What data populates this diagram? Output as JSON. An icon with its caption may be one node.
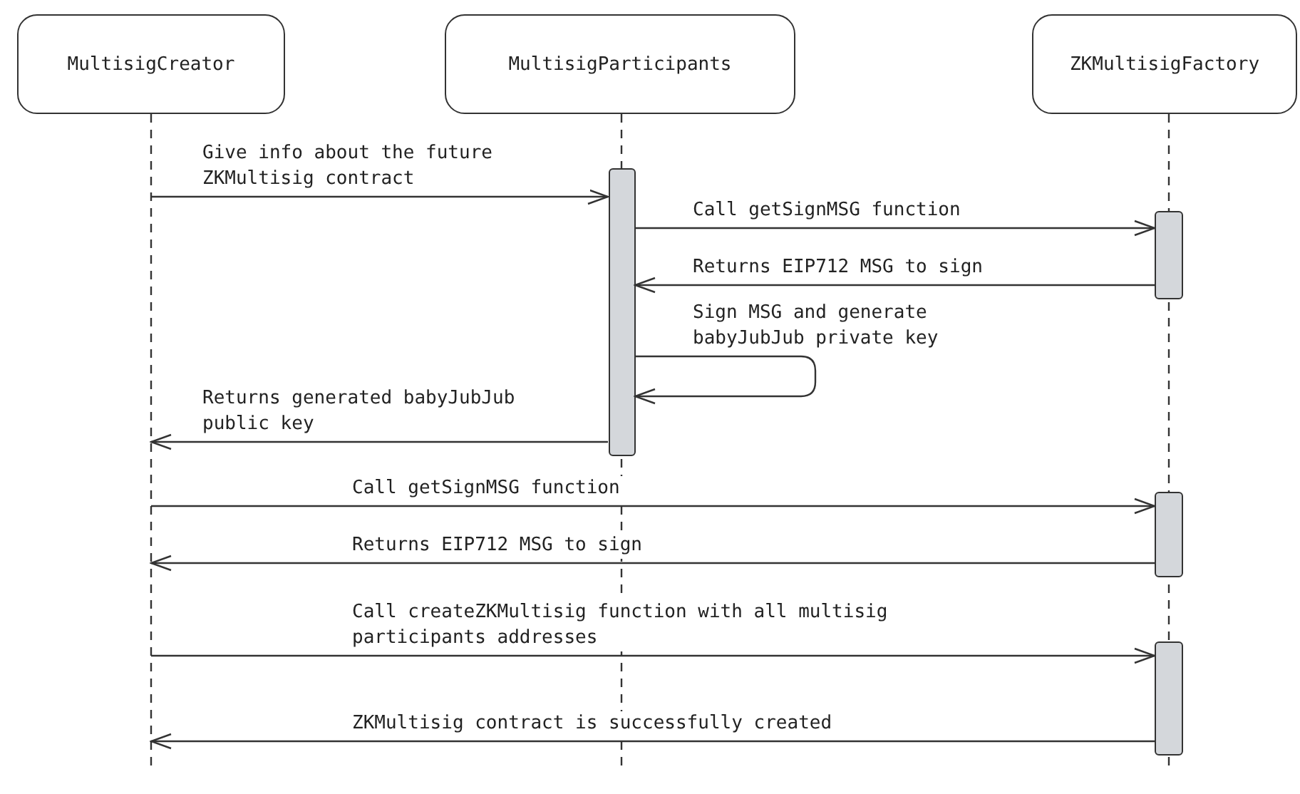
{
  "diagram": {
    "nodes": [
      {
        "text": [
          "MultisigCreator"
        ]
      },
      {
        "text": [
          "MultisigParticipants"
        ]
      },
      {
        "text": [
          "ZKMultisigFactory"
        ]
      },
      {
        "text": [],
        "shape": "bar",
        "in": 1
      },
      {
        "text": [],
        "shape": "bar",
        "in": 2
      },
      {
        "text": [],
        "shape": "bar",
        "in": 2
      },
      {
        "text": [],
        "shape": "bar",
        "in": 2
      }
    ],
    "edges": [
      {
        "from": 0,
        "to": 3,
        "arrow": "to",
        "label": "Give info about the future ZKMultisig contract"
      },
      {
        "from": 3,
        "to": 4,
        "arrow": "to",
        "label": "Call getSignMSG function"
      },
      {
        "from": 4,
        "to": 3,
        "arrow": "to",
        "label": "Returns EIP712 MSG to sign"
      },
      {
        "from": 3,
        "to": 3,
        "arrow": "to",
        "label": "Sign MSG and generate babyJubJub private key"
      },
      {
        "from": 3,
        "to": 0,
        "arrow": "to",
        "label": "Returns generated babyJubJub public key"
      },
      {
        "from": 0,
        "to": 5,
        "arrow": "to",
        "label": "Call getSignMSG function"
      },
      {
        "from": 5,
        "to": 0,
        "arrow": "to",
        "label": "Returns EIP712 MSG to sign"
      },
      {
        "from": 0,
        "to": 6,
        "arrow": "to",
        "label": "Call createZKMultisig function with all multisig participants addresses"
      },
      {
        "from": 6,
        "to": 0,
        "arrow": "to",
        "label": "ZKMultisig contract is successfully created"
      }
    ]
  }
}
